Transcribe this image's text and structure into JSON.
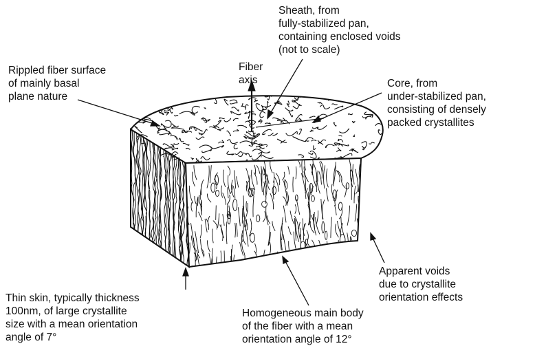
{
  "labels": {
    "sheath": "Sheath, from\nfully-stabilized pan,\ncontaining enclosed voids\n(not to scale)",
    "rippled": "Rippled fiber surface\nof mainly basal\nplane nature",
    "fiber_axis": "Fiber\naxis",
    "core": "Core, from\nunder-stabilized pan,\nconsisting of densely\npacked crystallites",
    "voids": "Apparent voids\ndue to crystallite\norientation effects",
    "skin": "Thin skin, typically thickness\n100nm, of large crystallite\nsize with a mean orientation\nangle of 7°",
    "main_body": "Homogeneous main body\nof the fiber with a mean\norientation angle of 12°"
  },
  "colors": {
    "ink": "#111111",
    "paper": "#ffffff"
  }
}
